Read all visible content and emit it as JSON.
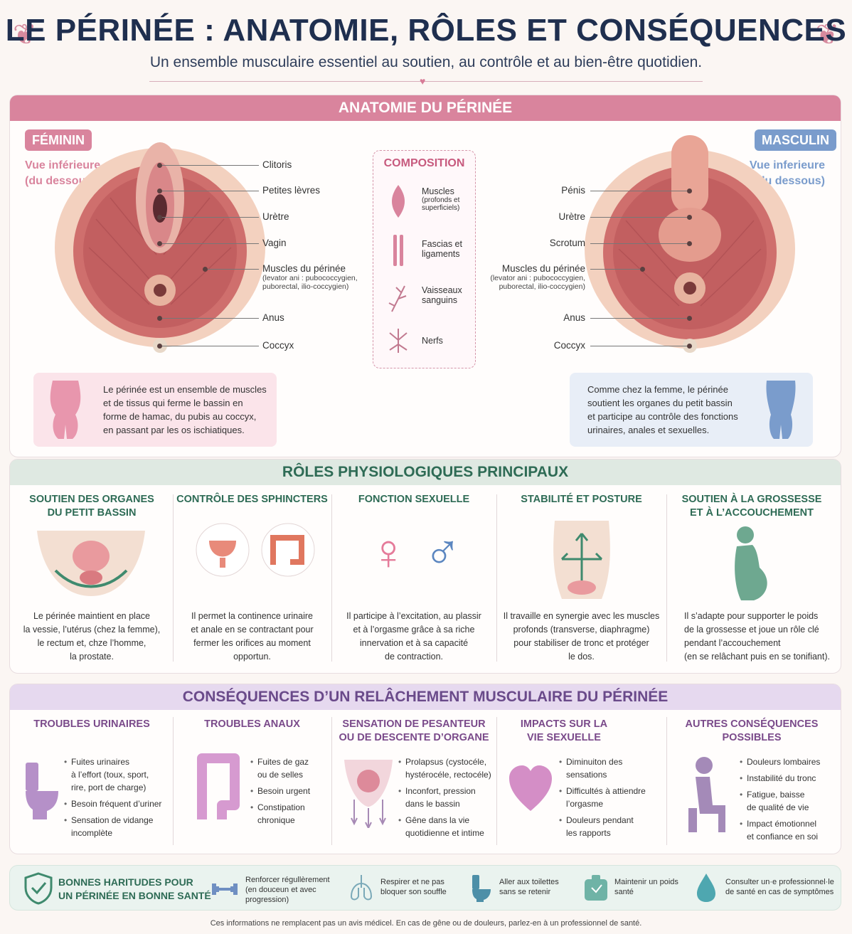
{
  "header": {
    "title": "LE PÉRINÉE : ANATOMIE, RÔLES ET CONSÉQUENCES",
    "subtitle": "Un ensemble musculaire essentiel au soutien, au contrôle et au bien-être quotidien."
  },
  "anatomy": {
    "banner": "ANATOMIE DU PÉRINÉE",
    "female": {
      "tag": "FÉMININ",
      "view_line1": "Vue inférieure",
      "view_line2": "(du dessous)",
      "labels": [
        "Clitoris",
        "Petites lèvres",
        "Urètre",
        "Vagin",
        "Muscles du périnée",
        "Anus",
        "Coccyx"
      ],
      "muscles_detail_1": "(levator ani : pubococcygien,",
      "muscles_detail_2": "puborectal, ilio-coccygien)",
      "info": [
        "Le périnée est un ensemble de muscles",
        "et de tissus qui ferme le bassin en",
        "forme de hamac, du pubis au coccyx,",
        "en passant par les os ischiatiques."
      ]
    },
    "male": {
      "tag": "MASCULIN",
      "view_line1": "Vue inferieure",
      "view_line2": "(du dessous)",
      "labels": [
        "Pénis",
        "Urètre",
        "Scrotum",
        "Muscles du périnée",
        "Anus",
        "Coccyx"
      ],
      "muscles_detail_1": "(levator ani : pubococcygien,",
      "muscles_detail_2": "puborectal, ilio-coccygien)",
      "info": [
        "Comme chez la femme, le périnée",
        "soutient les organes du petit bassin",
        "et participe au contrôle des fonctions",
        "urinaires, anales et sexuelles."
      ]
    },
    "composition": {
      "title": "COMPOSITION",
      "items": [
        {
          "label": "Muscles",
          "detail_1": "(profonds et",
          "detail_2": "superficiels)"
        },
        {
          "label": "Fascias et",
          "label_2": "ligaments"
        },
        {
          "label": "Vaisseaux",
          "label_2": "sanguins"
        },
        {
          "label": "Nerfs"
        }
      ]
    }
  },
  "roles": {
    "banner": "RÔLES PHYSIOLOGIQUES PRINCIPAUX",
    "columns": [
      {
        "title": [
          "SOUTIEN DES ORGANES",
          "DU PETIT BASSIN"
        ],
        "text": [
          "Le périnée maintient en place",
          "la vessie, l’utérus (chez la femme),",
          "le rectum et, chze l’homme,",
          "la prostate."
        ]
      },
      {
        "title": [
          "CONTRÔLE DES SPHINCTERS"
        ],
        "text": [
          "Il permet la continence urinaire",
          "et anale en se contractant pour",
          "fermer les orifices au moment",
          "opportun."
        ]
      },
      {
        "title": [
          "FONCTION SEXUELLE"
        ],
        "text": [
          "Il participe à l’excitation, au plassir",
          "et à l’orgasme grâce à sa riche",
          "innervation et à sa capacité",
          "de contraction."
        ]
      },
      {
        "title": [
          "STABILITÉ ET POSTURE"
        ],
        "text": [
          "Il travaille en synergie avec les muscles",
          "profonds (transverse, diaphragme)",
          "pour stabiliser de tronc et protéger",
          "le dos."
        ]
      },
      {
        "title": [
          "SOUTIEN À LA GROSSESSE",
          "ET À L’ACCOUCHEMENT"
        ],
        "text": [
          "Il s’adapte pour supporter le poids",
          "de la grossesse et joue un rôle clé",
          "pendant l’accouchement",
          "(en se relâchant puis en se tonifiant)."
        ]
      }
    ]
  },
  "consequences": {
    "banner": "CONSÉQUENCES D’UN RELÂCHEMENT MUSCULAIRE DU PÉRINÉE",
    "columns": [
      {
        "title": [
          "TROUBLES URINAIRES"
        ],
        "items": [
          [
            "Fuites urinaires",
            "à l’effort (toux, sport,",
            "rire, port de charge)"
          ],
          [
            "Besoin fréquent d’uriner"
          ],
          [
            "Sensation de vidange",
            "incomplète"
          ]
        ]
      },
      {
        "title": [
          "TROUBLES ANAUX"
        ],
        "items": [
          [
            "Fuites de gaz",
            "ou de selles"
          ],
          [
            "Besoin urgent"
          ],
          [
            "Constipation",
            "chronique"
          ]
        ]
      },
      {
        "title": [
          "SENSATION DE PESANTEUR",
          "OU DE DESCENTE D’ORGANE"
        ],
        "items": [
          [
            "Prolapsus (cystocéle,",
            "hystérocéle, rectocéle)"
          ],
          [
            "Inconfort, pression",
            "dans le bassin"
          ],
          [
            "Gêne dans la vie",
            "quotidienne et intime"
          ]
        ]
      },
      {
        "title": [
          "IMPACTS SUR LA",
          "VIE SEXUELLE"
        ],
        "items": [
          [
            "Diminuiton des sensations"
          ],
          [
            "Difficultés à attiendre",
            "l’orgasme"
          ],
          [
            "Douleurs pendant",
            "les rapports"
          ]
        ]
      },
      {
        "title": [
          "AUTRES CONSÉQUENCES",
          "POSSIBLES"
        ],
        "items": [
          [
            "Douleurs lombaires"
          ],
          [
            "Instabilité du tronc"
          ],
          [
            "Fatigue, baisse",
            "de qualité de vie"
          ],
          [
            "Impact émotionnel",
            "et confiance en soi"
          ]
        ]
      }
    ]
  },
  "habits": {
    "title": [
      "BONNES HARITUDES POUR",
      "UN PÉRINÉE EN BONNE SANTÉ"
    ],
    "items": [
      [
        "Renforcer régullèrement",
        "(en douceun et avec",
        "progression)"
      ],
      [
        "Respirer et ne pas",
        "bloquer son souffle"
      ],
      [
        "Aller aux toilettes",
        "sans se retenir"
      ],
      [
        "Maintenir un poids",
        "santé"
      ],
      [
        "Consulter un·e professionnel·le",
        "de santé en cas de symptômes"
      ]
    ]
  },
  "footer": "Ces informations ne remplacent pas un avis médicel. En cas de gêne ou de douleurs, parlez-en à un professionnel de santé.",
  "colors": {
    "navy": "#1f2f4f",
    "pink": "#d9849d",
    "blue": "#7a9ccc",
    "green": "#2e6b55",
    "lilac": "#6a4a8a"
  }
}
